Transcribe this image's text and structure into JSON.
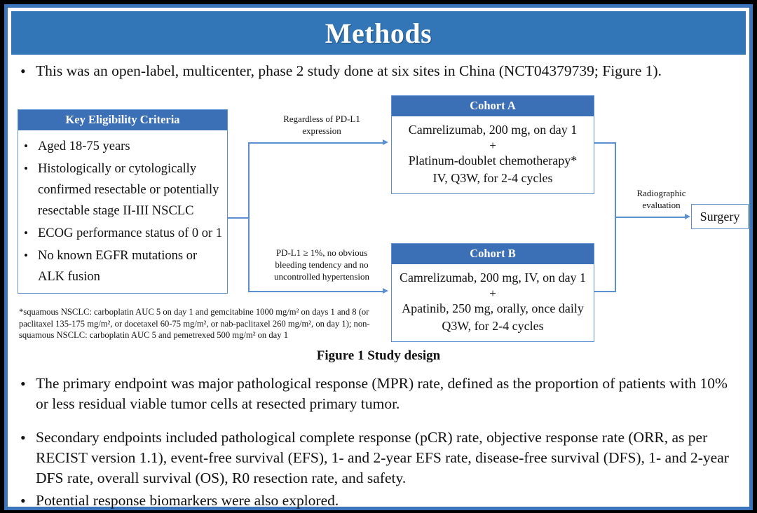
{
  "slide": {
    "title": "Methods",
    "accent_blue": "#3276b8",
    "box_blue": "#3b6fb6",
    "line_blue": "#5b8fd0",
    "border_black": "#000000"
  },
  "intro_bullet": {
    "marker": "•",
    "text": "This was an open-label, multicenter, phase 2 study done at six sites in China (NCT04379739; Figure 1)."
  },
  "diagram": {
    "eligibility": {
      "header": "Key  Eligibility Criteria",
      "items": [
        "Aged 18-75 years",
        "Histologically or cytologically confirmed resectable or potentially resectable stage II-III  NSCLC",
        "ECOG performance status of 0 or 1",
        "No known EGFR mutations or ALK fusion"
      ],
      "marker": "•"
    },
    "connector_top_label": "Regardless  of PD-L1\nexpression",
    "connector_bottom_label": "PD-L1 ≥ 1%, no obvious\nbleeding tendency and no\nuncontrolled  hypertension",
    "cohort_a": {
      "header": "Cohort A",
      "lines": [
        "Camrelizumab, 200 mg, on day 1",
        "+",
        "Platinum-doublet chemotherapy*",
        "IV, Q3W, for 2-4 cycles"
      ]
    },
    "cohort_b": {
      "header": "Cohort B",
      "lines": [
        "Camrelizumab, 200 mg, IV, on day 1",
        "+",
        "Apatinib, 250 mg, orally, once daily",
        "Q3W, for 2-4 cycles"
      ]
    },
    "radiographic_label": "Radiographic\nevaluation",
    "surgery": "Surgery",
    "footnote_lines": [
      "*squamous NSCLC: carboplatin AUC 5 on day 1 and gemcitabine 1000 mg/m² on days 1 and 8 (or",
      "paclitaxel 135-175  mg/m², or docetaxel 60-75 mg/m², or nab-paclitaxel 260 mg/m², on day 1); non-",
      "squamous NSCLC: carboplatin AUC 5 and pemetrexed 500 mg/m² on day 1"
    ],
    "caption": "Figure 1 Study design"
  },
  "bullets": [
    {
      "marker": "•",
      "text": "The primary endpoint was major pathological response (MPR) rate, defined as the proportion of patients with 10% or less residual viable tumor cells at resected primary tumor."
    },
    {
      "marker": "•",
      "text": "Secondary endpoints included pathological complete response (pCR) rate, objective response rate (ORR, as per RECIST version 1.1), event-free survival (EFS), 1- and 2-year EFS rate, disease-free survival (DFS), 1- and 2-year DFS rate, overall survival (OS), R0 resection rate, and safety."
    },
    {
      "marker": "•",
      "text": "Potential response biomarkers were also explored."
    }
  ]
}
